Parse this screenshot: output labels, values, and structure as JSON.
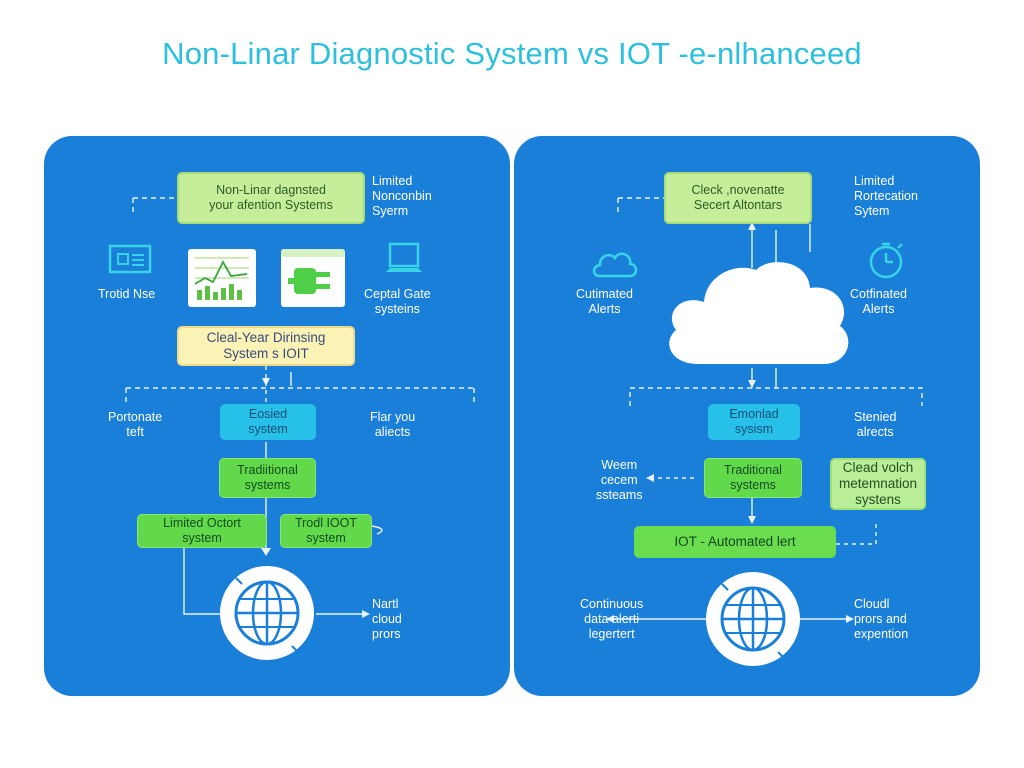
{
  "title": "Non-Linar Diagnostic System vs IOT -e-nlhanceed",
  "colors": {
    "panel": "#1a7fd9",
    "title": "#2cc0de",
    "light_green_box": "#c6ee9a",
    "yellow_box": "#fbf3b6",
    "cyan_box": "#27c0e8",
    "green_box": "#62d94a"
  },
  "left": {
    "top_box": "Non-Linar dagnsted\nyour afention Systems",
    "top_right_label": "Limited\nNonconbin\nSyerm",
    "left_label": "Trotid Nse",
    "right_label": "Ceptal Gate\nsysteins",
    "middle_box": "Cleal-Year Dirinsing\nSystem s IOIT",
    "left_mid_label": "Portonate\nteft",
    "cyan_box": "Eosied\nsystem",
    "right_mid_label": "Flar you\naliects",
    "green_box": "Tradiitional\nsystems",
    "bottom_left_box": "Limited Octort\nsystem",
    "bottom_right_box": "Trodl IOOT\nsystem",
    "bottom_right_label": "Nartl\ncloud\nprors",
    "icons": [
      "monitor-icon",
      "chart-icon",
      "plug-icon",
      "laptop-icon",
      "globe-icon"
    ]
  },
  "right": {
    "top_box": "Cleck ,novenatte\nSecert Altontars",
    "top_right_label": "Limited\nRortecation\nSytem",
    "left_label": "Cutimated\nAlerts",
    "right_label": "Cotfinated\nAlerts",
    "cyan_box": "Emonlad\nsysism",
    "right_mid_label": "Stenied\nalrects",
    "left_low_label": "Weem\ncecem\nssteams",
    "green_box": "Traditional\nsystems",
    "right_green_box": "Clead volch\nmetemnation\nsystens",
    "wide_box": "IOT - Automated lert",
    "bottom_left_label": "Continuous\ndata alerti\nlegertert",
    "bottom_right_label": "Cloudl\nprors and\nexpention",
    "icons": [
      "cloud-icon",
      "timer-icon",
      "large-cloud-icon",
      "globe-icon"
    ]
  }
}
